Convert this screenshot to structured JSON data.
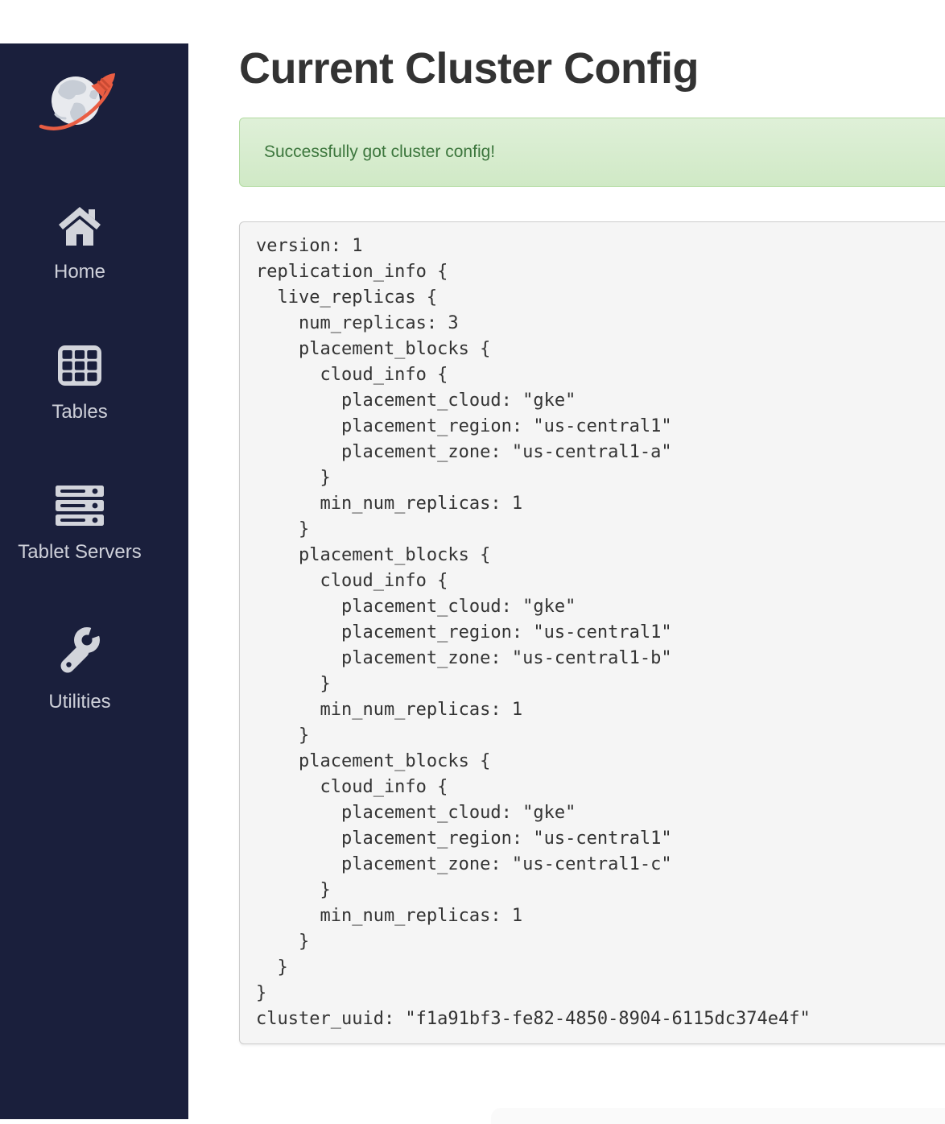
{
  "sidebar": {
    "items": [
      {
        "label": "Home",
        "icon": "home-icon"
      },
      {
        "label": "Tables",
        "icon": "table-grid-icon"
      },
      {
        "label": "Tablet Servers",
        "icon": "server-icon"
      },
      {
        "label": "Utilities",
        "icon": "wrench-icon"
      }
    ],
    "logo": "globe-rocket-logo"
  },
  "header": {
    "title": "Current Cluster Config"
  },
  "alert": {
    "message": "Successfully got cluster config!"
  },
  "config_block": {
    "text": "version: 1\nreplication_info {\n  live_replicas {\n    num_replicas: 3\n    placement_blocks {\n      cloud_info {\n        placement_cloud: \"gke\"\n        placement_region: \"us-central1\"\n        placement_zone: \"us-central1-a\"\n      }\n      min_num_replicas: 1\n    }\n    placement_blocks {\n      cloud_info {\n        placement_cloud: \"gke\"\n        placement_region: \"us-central1\"\n        placement_zone: \"us-central1-b\"\n      }\n      min_num_replicas: 1\n    }\n    placement_blocks {\n      cloud_info {\n        placement_cloud: \"gke\"\n        placement_region: \"us-central1\"\n        placement_zone: \"us-central1-c\"\n      }\n      min_num_replicas: 1\n    }\n  }\n}\ncluster_uuid: \"f1a91bf3-fe82-4850-8904-6115dc374e4f\"",
    "version": "1",
    "num_replicas": "3",
    "min_num_replicas": "1",
    "placement_cloud": "gke",
    "placement_region": "us-central1",
    "placement_zones": [
      "us-central1-a",
      "us-central1-b",
      "us-central1-c"
    ],
    "cluster_uuid": "f1a91bf3-fe82-4850-8904-6115dc374e4f"
  },
  "colors": {
    "sidebar_bg": "#1a1f3c",
    "sidebar_text": "#ced0d9",
    "logo_accent": "#e95d43",
    "title_text": "#333333",
    "alert_text": "#3c763d",
    "alert_bg_top": "#dff0d8",
    "alert_bg_bottom": "#d0e9c6",
    "alert_border": "#b2dba1",
    "code_bg": "#f5f5f5",
    "code_border": "#cccccc",
    "code_text": "#333333"
  }
}
